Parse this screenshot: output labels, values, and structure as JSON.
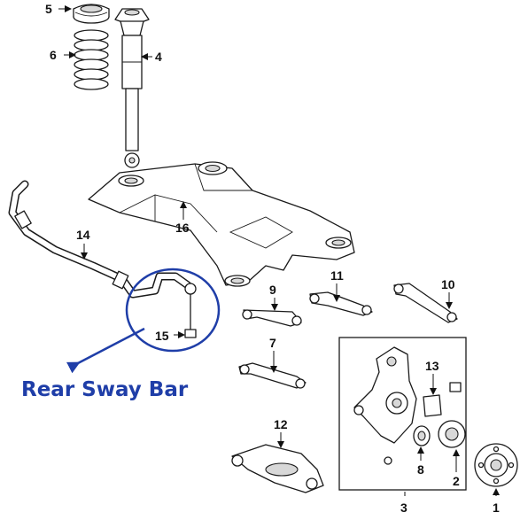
{
  "callout": {
    "text": "Rear Sway Bar",
    "color": "#1f3ea8"
  },
  "part_numbers": {
    "p1": "1",
    "p2": "2",
    "p3": "3",
    "p4": "4",
    "p5": "5",
    "p6": "6",
    "p7": "7",
    "p8": "8",
    "p9": "9",
    "p10": "10",
    "p11": "11",
    "p12": "12",
    "p13": "13",
    "p14": "14",
    "p15": "15",
    "p16": "16"
  }
}
